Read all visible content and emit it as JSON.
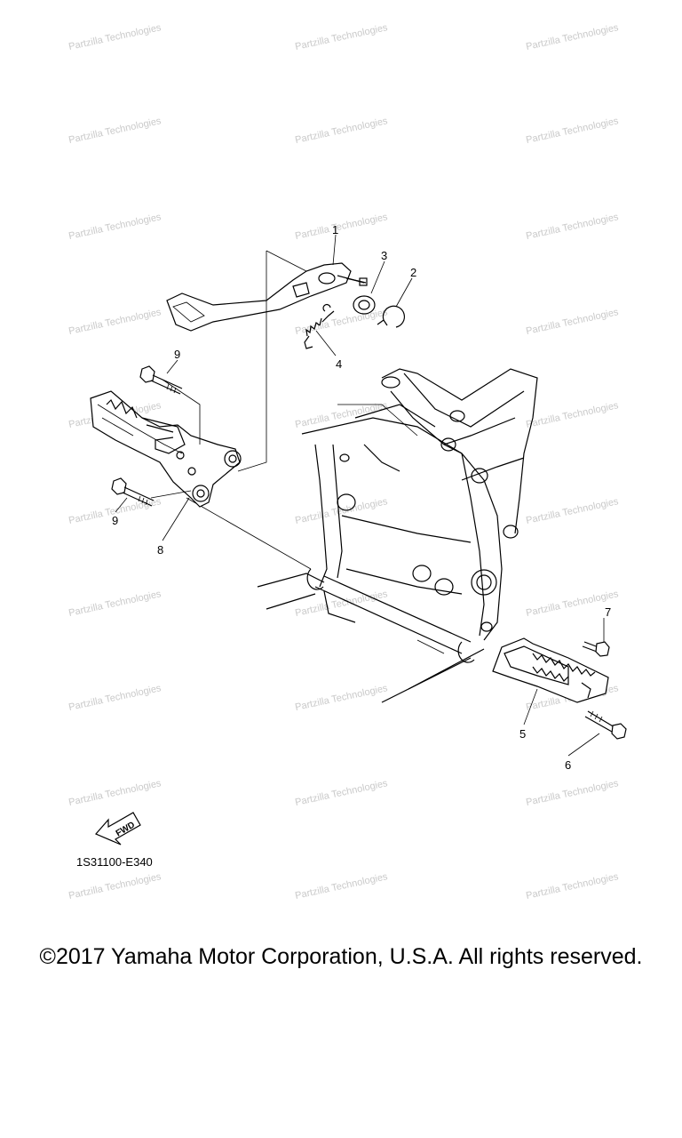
{
  "watermark": "Partzilla Technologies",
  "callouts": {
    "c1": "1",
    "c2": "2",
    "c3": "3",
    "c4": "4",
    "c5": "5",
    "c6": "6",
    "c7": "7",
    "c8": "8",
    "c9a": "9",
    "c9b": "9"
  },
  "fwd_label": "FWD",
  "diagram_code": "1S31100-E340",
  "copyright": "©2017 Yamaha Motor Corporation, U.S.A. All rights reserved."
}
